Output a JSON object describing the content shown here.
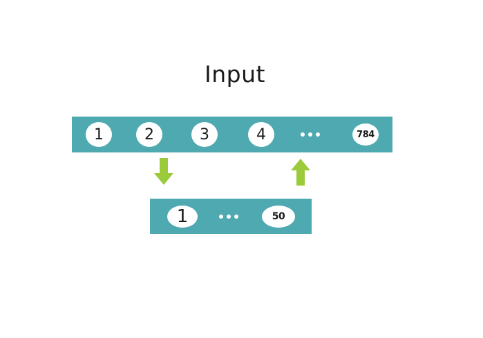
{
  "title": "Input",
  "input_layer": {
    "nodes": [
      "1",
      "2",
      "3",
      "4",
      "784"
    ],
    "ellipsis": "..."
  },
  "hidden_layer": {
    "nodes": [
      "1",
      "50"
    ],
    "ellipsis": "..."
  },
  "colors": {
    "bar": "#4fa9b1",
    "arrow": "#9bcb3b",
    "node": "#ffffff"
  },
  "icons": {
    "down_arrow": "arrow-down-icon",
    "up_arrow": "arrow-up-icon"
  }
}
